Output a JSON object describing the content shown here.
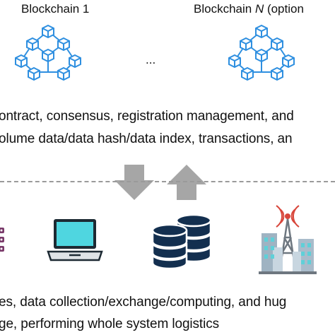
{
  "top": {
    "chain_label_1": "Blockchain 1",
    "chain_label_n_prefix": "Blockchain ",
    "chain_label_n_var": "N",
    "chain_label_n_suffix": " (option",
    "ellipsis": "...",
    "line1": "ontract, consensus, registration management, and",
    "line2": "olume data/data hash/data index, transactions, an"
  },
  "bottom": {
    "line1": "es, data collection/exchange/computing, and hug",
    "line2": "ge, performing whole system logistics"
  },
  "icons": {
    "blockchain_network_1": "blockchain-network-icon",
    "blockchain_network_n": "blockchain-network-icon",
    "arrow_down": "arrow-down-icon",
    "arrow_up": "arrow-up-icon",
    "server": "server-icon",
    "laptop": "laptop-icon",
    "database": "database-icon",
    "smart_city": "smart-city-icon"
  },
  "colors": {
    "blockchain_blue": "#2e8fe0",
    "arrow_gray": "#a6a6a6",
    "laptop_screen": "#4fd6e0",
    "database_navy": "#132f4f",
    "tower_red": "#d8463b"
  }
}
